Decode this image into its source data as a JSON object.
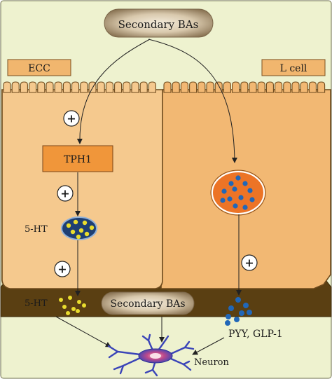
{
  "labels": {
    "top_signal": "Secondary BAs",
    "left_cell": "ECC",
    "right_cell": "L cell",
    "enzyme": "TPH1",
    "serotonin_vesicle": "5-HT",
    "serotonin_released": "5-HT",
    "lumen_signal": "Secondary BAs",
    "hormones": "PYY, GLP-1",
    "neuron": "Neuron"
  },
  "symbols": {
    "stimulation": "+"
  },
  "colors": {
    "background": "#eef2cf",
    "cell_left": "#f5c98e",
    "cell_right": "#f2b873",
    "label_box": "#f1b66e",
    "enzyme_box": "#f0963a",
    "tissue_band": "#5a3f12",
    "pill": "#c4b094",
    "vesicle_dark": "#1e3f73",
    "granule_yellow": "#e9dd2e",
    "granule_blue": "#2167b8",
    "nucleus_orange": "#ec7426",
    "neuron_body": "#3a44b8"
  }
}
